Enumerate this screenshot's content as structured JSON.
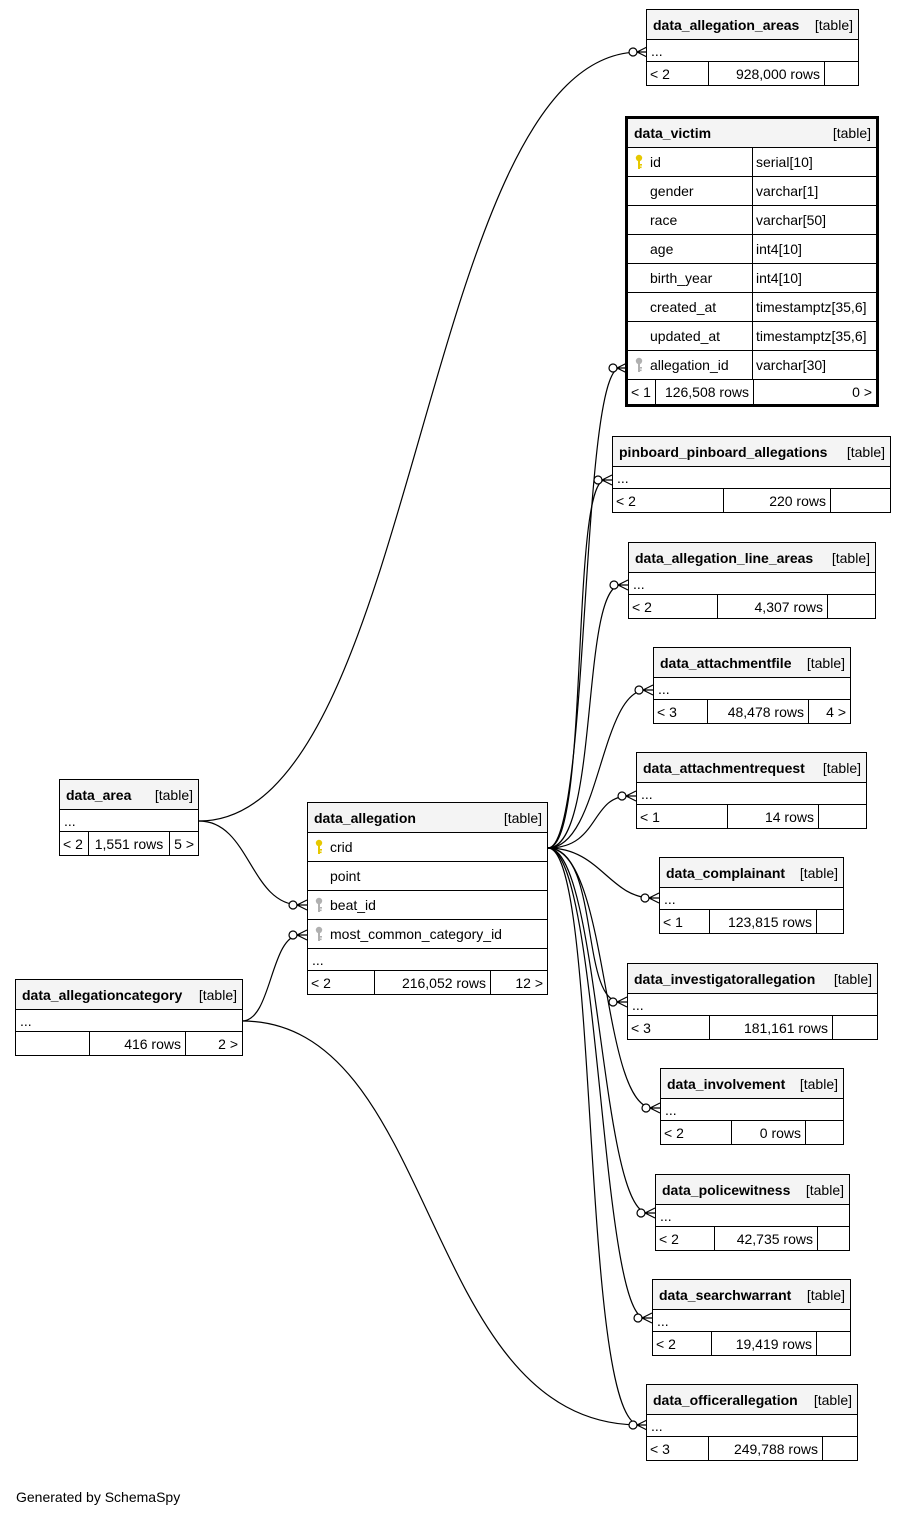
{
  "footer": "Generated by SchemaSpy",
  "type_label": "[table]",
  "ellipsis": "...",
  "tables": {
    "data_allegation_areas": {
      "name": "data_allegation_areas",
      "type": "[table]",
      "fl": "< 2",
      "fm": "928,000 rows",
      "fr": ""
    },
    "data_victim": {
      "name": "data_victim",
      "type": "[table]",
      "fl": "< 1",
      "fm": "126,508 rows",
      "fr": "0 >",
      "columns": [
        {
          "name": "id",
          "type": "serial[10]",
          "key": "primary-key"
        },
        {
          "name": "gender",
          "type": "varchar[1]",
          "key": ""
        },
        {
          "name": "race",
          "type": "varchar[50]",
          "key": ""
        },
        {
          "name": "age",
          "type": "int4[10]",
          "key": ""
        },
        {
          "name": "birth_year",
          "type": "int4[10]",
          "key": ""
        },
        {
          "name": "created_at",
          "type": "timestamptz[35,6]",
          "key": ""
        },
        {
          "name": "updated_at",
          "type": "timestamptz[35,6]",
          "key": ""
        },
        {
          "name": "allegation_id",
          "type": "varchar[30]",
          "key": "foreign-key"
        }
      ]
    },
    "pinboard_pinboard_allegations": {
      "name": "pinboard_pinboard_allegations",
      "type": "[table]",
      "fl": "< 2",
      "fm": "220 rows",
      "fr": ""
    },
    "data_allegation_line_areas": {
      "name": "data_allegation_line_areas",
      "type": "[table]",
      "fl": "< 2",
      "fm": "4,307 rows",
      "fr": ""
    },
    "data_attachmentfile": {
      "name": "data_attachmentfile",
      "type": "[table]",
      "fl": "< 3",
      "fm": "48,478 rows",
      "fr": "4 >"
    },
    "data_attachmentrequest": {
      "name": "data_attachmentrequest",
      "type": "[table]",
      "fl": "< 1",
      "fm": "14 rows",
      "fr": ""
    },
    "data_complainant": {
      "name": "data_complainant",
      "type": "[table]",
      "fl": "< 1",
      "fm": "123,815 rows",
      "fr": ""
    },
    "data_investigatorallegation": {
      "name": "data_investigatorallegation",
      "type": "[table]",
      "fl": "< 3",
      "fm": "181,161 rows",
      "fr": ""
    },
    "data_involvement": {
      "name": "data_involvement",
      "type": "[table]",
      "fl": "< 2",
      "fm": "0 rows",
      "fr": ""
    },
    "data_policewitness": {
      "name": "data_policewitness",
      "type": "[table]",
      "fl": "< 2",
      "fm": "42,735 rows",
      "fr": ""
    },
    "data_searchwarrant": {
      "name": "data_searchwarrant",
      "type": "[table]",
      "fl": "< 2",
      "fm": "19,419 rows",
      "fr": ""
    },
    "data_officerallegation": {
      "name": "data_officerallegation",
      "type": "[table]",
      "fl": "< 3",
      "fm": "249,788 rows",
      "fr": ""
    },
    "data_area": {
      "name": "data_area",
      "type": "[table]",
      "fl": "< 2",
      "fm": "1,551 rows",
      "fr": "5 >"
    },
    "data_allegationcategory": {
      "name": "data_allegationcategory",
      "type": "[table]",
      "fl": "",
      "fm": "416 rows",
      "fr": "2 >"
    },
    "data_allegation": {
      "name": "data_allegation",
      "type": "[table]",
      "fl": "< 2",
      "fm": "216,052 rows",
      "fr": "12 >",
      "columns": [
        {
          "name": "crid",
          "key": "primary-key"
        },
        {
          "name": "point",
          "key": ""
        },
        {
          "name": "beat_id",
          "key": "foreign-key"
        },
        {
          "name": "most_common_category_id",
          "key": "foreign-key"
        }
      ]
    }
  }
}
